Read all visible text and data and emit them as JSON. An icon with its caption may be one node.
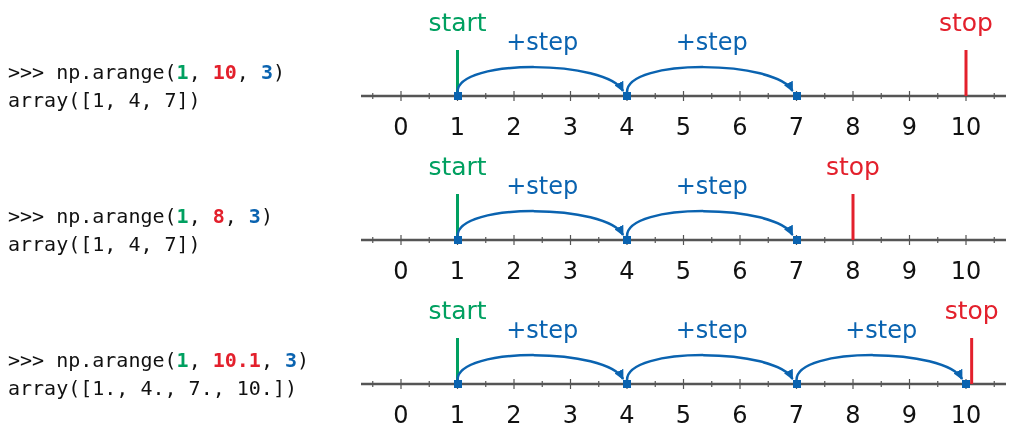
{
  "diagram": {
    "nodes": [
      {
        "text": [],
        "shape": "box"
      },
      {
        "text": [],
        "shape": "box"
      },
      {
        "text": [],
        "shape": "box"
      },
      {
        "text": [],
        "shape": "box"
      },
      {
        "text": [],
        "shape": "box"
      },
      {
        "text": [],
        "shape": "box"
      },
      {
        "text": [],
        "shape": "box"
      },
      {
        "text": [],
        "shape": "box"
      },
      {
        "text": [],
        "shape": "box"
      },
      {
        "text": [],
        "shape": "box"
      }
    ],
    "edges": [
      {
        "from": 0,
        "to": 1,
        "arrow": "to",
        "label": "+step"
      },
      {
        "from": 1,
        "to": 2,
        "arrow": "to",
        "label": "+step"
      },
      {
        "from": 3,
        "to": 4,
        "arrow": "to",
        "label": "+step"
      },
      {
        "from": 4,
        "to": 5,
        "arrow": "to",
        "label": "+step"
      },
      {
        "from": 6,
        "to": 7,
        "arrow": "to",
        "label": "+step"
      },
      {
        "from": 7,
        "to": 8,
        "arrow": "to",
        "label": "+step"
      },
      {
        "from": 8,
        "to": 9,
        "arrow": "to",
        "label": "+step"
      }
    ],
    "labels": [
      "start",
      "stop",
      ">>> np.arange(**1**, **10**, **3**)",
      "array([1, 4, 7])",
      "0",
      "1",
      "2",
      "3",
      "4",
      "5",
      "6",
      "7",
      "8",
      "9",
      "10",
      "start",
      "stop",
      ">>> np.arange(**1**, **8**, **3**)",
      "array([1, 4, 7])",
      "0",
      "1",
      "2",
      "3",
      "4",
      "5",
      "6",
      "7",
      "8",
      "9",
      "10",
      "start",
      "stop",
      ">>> np.arange(**1**, **10.1**, **3**)",
      "array([1., 4., 7., 10.])",
      "0",
      "1",
      "2",
      "3",
      "4",
      "5",
      "6",
      "7",
      "8",
      "9",
      "10"
    ]
  }
}
